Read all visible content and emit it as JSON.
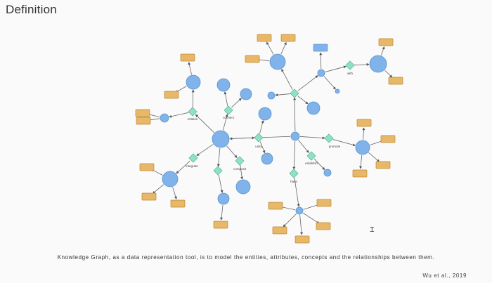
{
  "slide": {
    "title": "Definition",
    "caption": "Knowledge Graph, as a data representation tool, is to model the entities, attributes, concepts and the relationships between them.",
    "citation": "Wu et al., 2019"
  },
  "graph": {
    "colors": {
      "entity_fill": "#7fb3ea",
      "entity_stroke": "#5b93cf",
      "relation_fill": "#8fe0c8",
      "relation_stroke": "#5fb89f",
      "attribute_fill": "#e8b868",
      "attribute_stroke": "#b88834",
      "edge": "#666666"
    },
    "relation_labels": [
      "relation",
      "connect",
      "unity",
      "promote",
      "integrate",
      "composit",
      "establish",
      "have",
      "with"
    ]
  }
}
